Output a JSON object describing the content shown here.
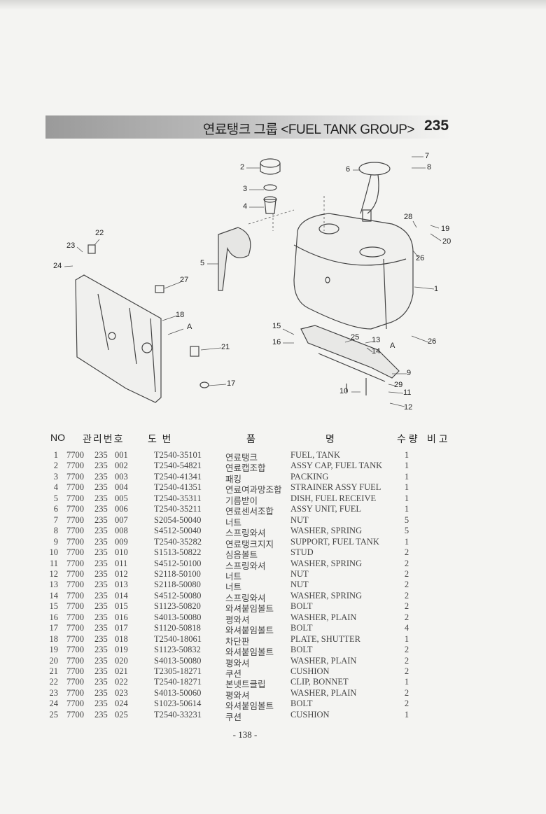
{
  "header": {
    "title_ko_en": "연료탱크 그룹 <FUEL TANK GROUP>",
    "group_no": "235"
  },
  "diagram": {
    "callouts": [
      "2",
      "3",
      "4",
      "5",
      "6",
      "7",
      "8",
      "19",
      "20",
      "28",
      "26",
      "1",
      "22",
      "23",
      "24",
      "27",
      "18",
      "A",
      "21",
      "17",
      "15",
      "16",
      "25",
      "13",
      "14",
      "A",
      "26",
      "9",
      "29",
      "11",
      "10",
      "12"
    ]
  },
  "table": {
    "headers": {
      "no": "NO",
      "mgmt_no": "관리번호",
      "drawing": "도  번",
      "name_1": "품",
      "name_2": "명",
      "qty": "수 량",
      "note": "비 고"
    },
    "rows": [
      {
        "no": "1",
        "a": "7700",
        "b": "235",
        "c": "001",
        "dwg": "T2540-35101",
        "ko": "연료탱크",
        "en": "FUEL, TANK",
        "qty": "1"
      },
      {
        "no": "2",
        "a": "7700",
        "b": "235",
        "c": "002",
        "dwg": "T2540-54821",
        "ko": "연료캡조합",
        "en": "ASSY CAP, FUEL TANK",
        "qty": "1"
      },
      {
        "no": "3",
        "a": "7700",
        "b": "235",
        "c": "003",
        "dwg": "T2540-41341",
        "ko": "패킹",
        "en": "PACKING",
        "qty": "1"
      },
      {
        "no": "4",
        "a": "7700",
        "b": "235",
        "c": "004",
        "dwg": "T2540-41351",
        "ko": "연료여과망조합",
        "en": "STRAINER ASSY FUEL",
        "qty": "1"
      },
      {
        "no": "5",
        "a": "7700",
        "b": "235",
        "c": "005",
        "dwg": "T2540-35311",
        "ko": "기름받이",
        "en": "DISH, FUEL RECEIVE",
        "qty": "1"
      },
      {
        "no": "6",
        "a": "7700",
        "b": "235",
        "c": "006",
        "dwg": "T2540-35211",
        "ko": "연료센서조합",
        "en": "ASSY UNIT, FUEL",
        "qty": "1"
      },
      {
        "no": "7",
        "a": "7700",
        "b": "235",
        "c": "007",
        "dwg": "S2054-50040",
        "ko": "너트",
        "en": "NUT",
        "qty": "5"
      },
      {
        "no": "8",
        "a": "7700",
        "b": "235",
        "c": "008",
        "dwg": "S4512-50040",
        "ko": "스프링와셔",
        "en": "WASHER, SPRING",
        "qty": "5"
      },
      {
        "no": "9",
        "a": "7700",
        "b": "235",
        "c": "009",
        "dwg": "T2540-35282",
        "ko": "연료탱크지지",
        "en": "SUPPORT, FUEL TANK",
        "qty": "1"
      },
      {
        "no": "10",
        "a": "7700",
        "b": "235",
        "c": "010",
        "dwg": "S1513-50822",
        "ko": "심음볼트",
        "en": "STUD",
        "qty": "2"
      },
      {
        "no": "11",
        "a": "7700",
        "b": "235",
        "c": "011",
        "dwg": "S4512-50100",
        "ko": "스프링와셔",
        "en": "WASHER, SPRING",
        "qty": "2"
      },
      {
        "no": "12",
        "a": "7700",
        "b": "235",
        "c": "012",
        "dwg": "S2118-50100",
        "ko": "너트",
        "en": "NUT",
        "qty": "2"
      },
      {
        "no": "13",
        "a": "7700",
        "b": "235",
        "c": "013",
        "dwg": "S2118-50080",
        "ko": "너트",
        "en": "NUT",
        "qty": "2"
      },
      {
        "no": "14",
        "a": "7700",
        "b": "235",
        "c": "014",
        "dwg": "S4512-50080",
        "ko": "스프링와셔",
        "en": "WASHER, SPRING",
        "qty": "2"
      },
      {
        "no": "15",
        "a": "7700",
        "b": "235",
        "c": "015",
        "dwg": "S1123-50820",
        "ko": "와셔붙임볼트",
        "en": "BOLT",
        "qty": "2"
      },
      {
        "no": "16",
        "a": "7700",
        "b": "235",
        "c": "016",
        "dwg": "S4013-50080",
        "ko": "평와셔",
        "en": "WASHER, PLAIN",
        "qty": "2"
      },
      {
        "no": "17",
        "a": "7700",
        "b": "235",
        "c": "017",
        "dwg": "S1120-50818",
        "ko": "와셔붙임볼트",
        "en": "BOLT",
        "qty": "4"
      },
      {
        "no": "18",
        "a": "7700",
        "b": "235",
        "c": "018",
        "dwg": "T2540-18061",
        "ko": "차단판",
        "en": "PLATE, SHUTTER",
        "qty": "1"
      },
      {
        "no": "19",
        "a": "7700",
        "b": "235",
        "c": "019",
        "dwg": "S1123-50832",
        "ko": "와셔붙임볼트",
        "en": "BOLT",
        "qty": "2"
      },
      {
        "no": "20",
        "a": "7700",
        "b": "235",
        "c": "020",
        "dwg": "S4013-50080",
        "ko": "평와셔",
        "en": "WASHER, PLAIN",
        "qty": "2"
      },
      {
        "no": "21",
        "a": "7700",
        "b": "235",
        "c": "021",
        "dwg": "T2305-18271",
        "ko": "쿠션",
        "en": "CUSHION",
        "qty": "2"
      },
      {
        "no": "22",
        "a": "7700",
        "b": "235",
        "c": "022",
        "dwg": "T2540-18271",
        "ko": "본넷트클립",
        "en": "CLIP, BONNET",
        "qty": "1"
      },
      {
        "no": "23",
        "a": "7700",
        "b": "235",
        "c": "023",
        "dwg": "S4013-50060",
        "ko": "평와셔",
        "en": "WASHER, PLAIN",
        "qty": "2"
      },
      {
        "no": "24",
        "a": "7700",
        "b": "235",
        "c": "024",
        "dwg": "S1023-50614",
        "ko": "와셔붙임볼트",
        "en": "BOLT",
        "qty": "2"
      },
      {
        "no": "25",
        "a": "7700",
        "b": "235",
        "c": "025",
        "dwg": "T2540-33231",
        "ko": "쿠션",
        "en": "CUSHION",
        "qty": "1"
      }
    ]
  },
  "footer": {
    "page": "- 138 -"
  }
}
